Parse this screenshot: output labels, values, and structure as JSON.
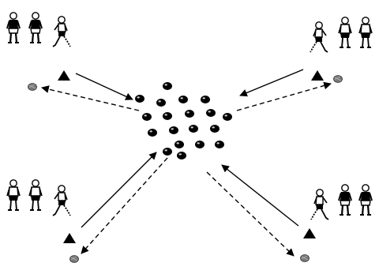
{
  "diagram": {
    "kind": "drill-diagram",
    "elements": {
      "player_groups": [
        {
          "id": "top-left",
          "count": 3
        },
        {
          "id": "top-right",
          "count": 3
        },
        {
          "id": "bottom-left",
          "count": 3
        },
        {
          "id": "bottom-right",
          "count": 3
        }
      ],
      "cone_icon": "cone-icon",
      "target_marker_icon": "target-marker-icon",
      "ball_icon": "ball-icon",
      "center_ball_count": 19
    },
    "arrows": {
      "solid_meaning": "player-run",
      "dashed_meaning": "ball-path"
    },
    "colors": {
      "ink": "#000000",
      "marker_fill": "#777777",
      "paper": "#ffffff"
    }
  }
}
